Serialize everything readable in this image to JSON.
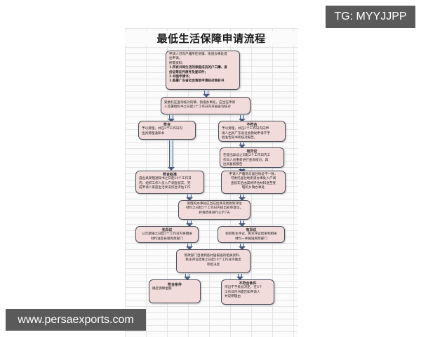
{
  "watermarks": {
    "top_right": "TG: MYYJJPP",
    "bottom_left": "www.persaexports.com"
  },
  "diagram": {
    "title": "最低生活保障申请流程",
    "nodes": {
      "apply": {
        "lines": [
          "申请人可向户籍所在地镇、街道办事处提",
          "出申请。",
          "所需资料：",
          "1.所有共同生活的家庭成员的户口簿、身",
          "份证等证件原件及复印件；",
          "2.书面申请书；",
          "3.签署广东省社会救助申请核对授权书"
        ]
      },
      "verify": {
        "lines": [
          "受委托在查询核对的镇、街道办事处，应当在申请",
          "人签署授权书之日起2个工作日内开展查询核对"
        ]
      },
      "accepted": {
        "heading": "符合",
        "lines": [
          "予以受理，并在2个工作日内",
          "出具受理通知书"
        ]
      },
      "not_accepted": {
        "heading": "不符合",
        "lines": [
          "予以受理，并在2个工作日内向申",
          "请人出具广东省社会救助申请不予",
          "批准告知书和核对报告。"
        ]
      },
      "objection_recheck": {
        "heading": "有异议",
        "lines": [
          "在提出异议之日起2个工作日内工",
          "作日人员重新进行查询核对，再",
          "出具复核报告"
        ]
      },
      "meets_standard": {
        "heading": "符合标准",
        "lines": [
          "自出具受理通知书之日起10个工作日",
          "内，组织工作人员入户调查核实，完",
          "成申请人家庭生活状况综合评估工作"
        ]
      },
      "residence_mismatch": {
        "lines": [
          "申请人户籍地与居住地址不一致，",
          "可委托居住地街道办事处入户调",
          "查核实后由其将评估材料送至受",
          "理的乡镇办事处"
        ]
      },
      "preliminary_review": {
        "lines": [
          "受理的办事处应当在出具或者收到评估",
          "材料之日起5个工作日内提出初审意见，",
          "并将结果进行公示7天"
        ]
      },
      "no_objection": {
        "heading": "无异议",
        "lines": [
          "公示期满之日起3个工作日内将相关",
          "材料送至县级民政部门"
        ]
      },
      "has_objection": {
        "heading": "有异议",
        "lines": [
          "组织民主评议，民主评议结果和相关",
          "材料一并报送民政部门"
        ]
      },
      "civil_affairs": {
        "lines": [
          "民政部门自收到各村居报送的相关资料、",
          "民主评议结果之日起10个工作日内做出",
          "审批决定"
        ]
      },
      "approved": {
        "heading": "符合条件",
        "lines": [
          "确定保障金额"
        ]
      },
      "rejected": {
        "heading": "不符合条件",
        "lines": [
          "作出不予批准决定，在3个",
          "工作日内书面告知申请人",
          "并说明理由"
        ]
      }
    }
  }
}
